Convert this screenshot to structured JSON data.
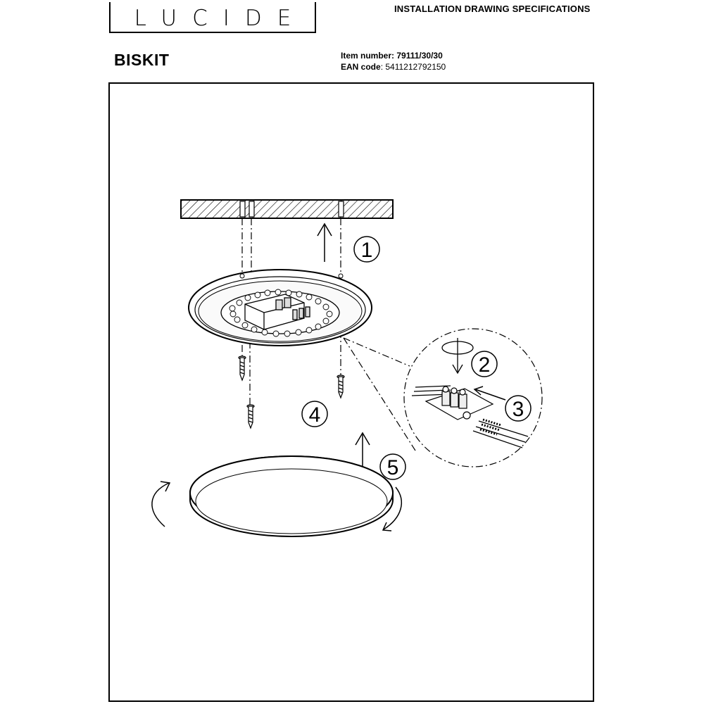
{
  "header": {
    "logo": "LUCIDE",
    "doc_title": "INSTALLATION DRAWING SPECIFICATIONS",
    "product": "BISKIT",
    "item_label": "Item number",
    "item_value": ": 79111/30/30",
    "ean_label": "EAN code",
    "ean_value": ": 5411212792150"
  },
  "steps": [
    "1",
    "2",
    "3",
    "4",
    "5"
  ]
}
